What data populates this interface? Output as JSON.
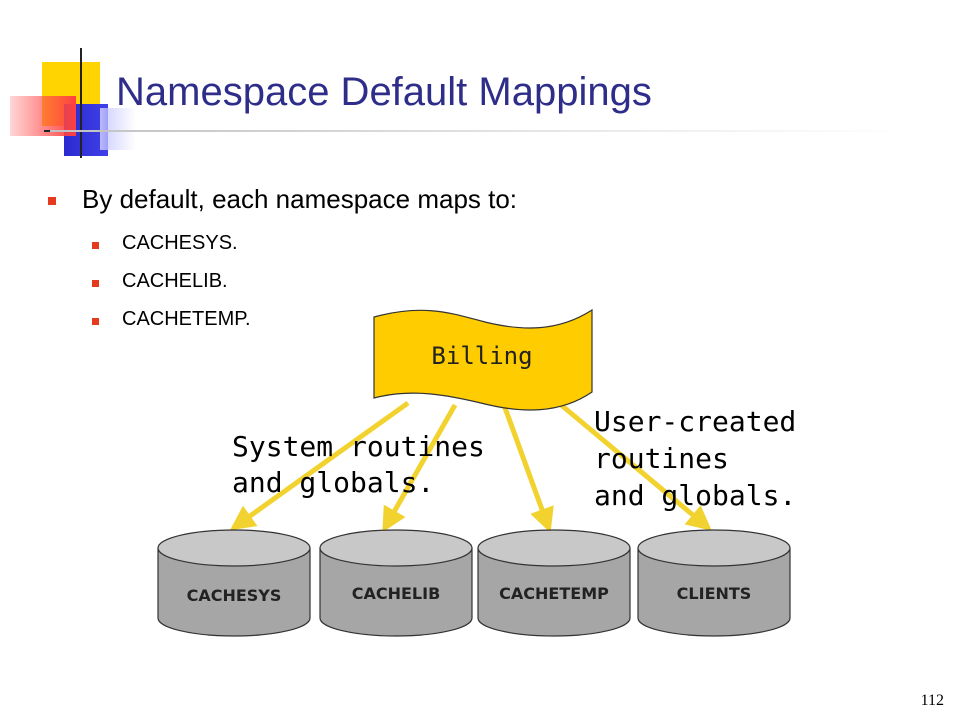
{
  "slide": {
    "title": "Namespace Default Mappings",
    "page_number": "112"
  },
  "bullets": {
    "main": "By default, each namespace maps to:",
    "sub": [
      "CACHESYS.",
      "CACHELIB.",
      "CACHETEMP."
    ]
  },
  "diagram": {
    "namespace_label": "Billing",
    "left_annotation": [
      "System routines",
      "and globals."
    ],
    "right_annotation": [
      "User-created",
      "routines",
      "and globals."
    ],
    "databases": [
      "CACHESYS",
      "CACHELIB",
      "CACHETEMP",
      "CLIENTS"
    ]
  },
  "colors": {
    "title": "#2e2e8a",
    "bullet": "#e63a1e",
    "banner_fill": "#ffcc00",
    "arrow": "#f2d22e",
    "cylinder_fill": "#a6a6a6",
    "cylinder_top": "#c8c8c8"
  }
}
